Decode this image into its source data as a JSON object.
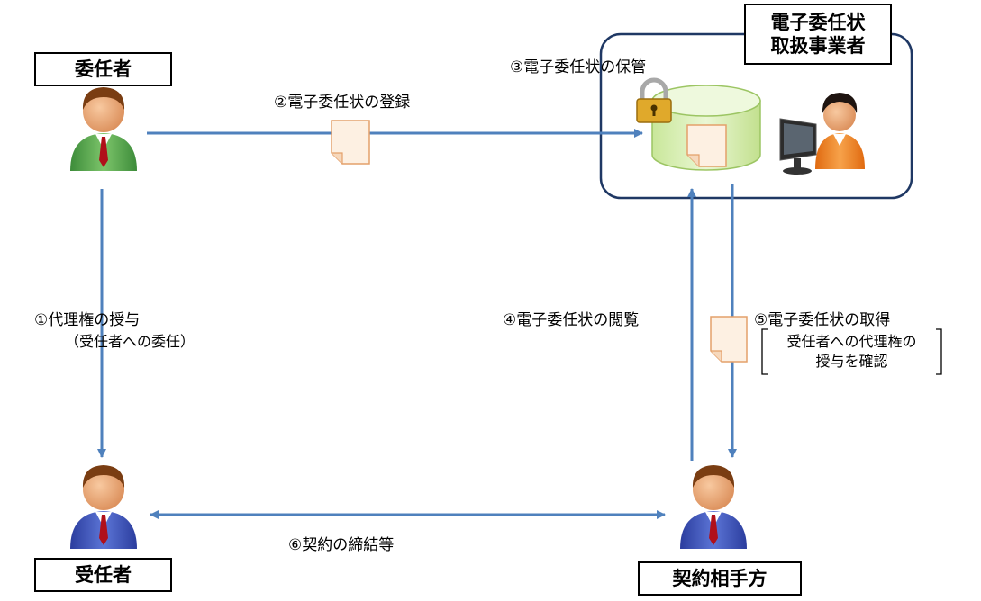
{
  "actors": {
    "principal": "委任者",
    "agent": "受任者",
    "counterparty": "契約相手方",
    "provider_line1": "電子委任状",
    "provider_line2": "取扱事業者"
  },
  "steps": {
    "step1": "①代理権の授与",
    "step1_note": "（受任者への委任）",
    "step2": "②電子委任状の登録",
    "step3": "③電子委任状の保管",
    "step4": "④電子委任状の閲覧",
    "step5": "⑤電子委任状の取得",
    "step5_note_line1": "受任者への代理権の",
    "step5_note_line2": "授与を確認",
    "step6": "⑥契約の締結等"
  },
  "colors": {
    "arrow": "#4f81bd",
    "container_border": "#1f3864",
    "cylinder_fill": "#d7efb0",
    "document_fill": "#fdf0e2",
    "document_border": "#e4a06a"
  }
}
